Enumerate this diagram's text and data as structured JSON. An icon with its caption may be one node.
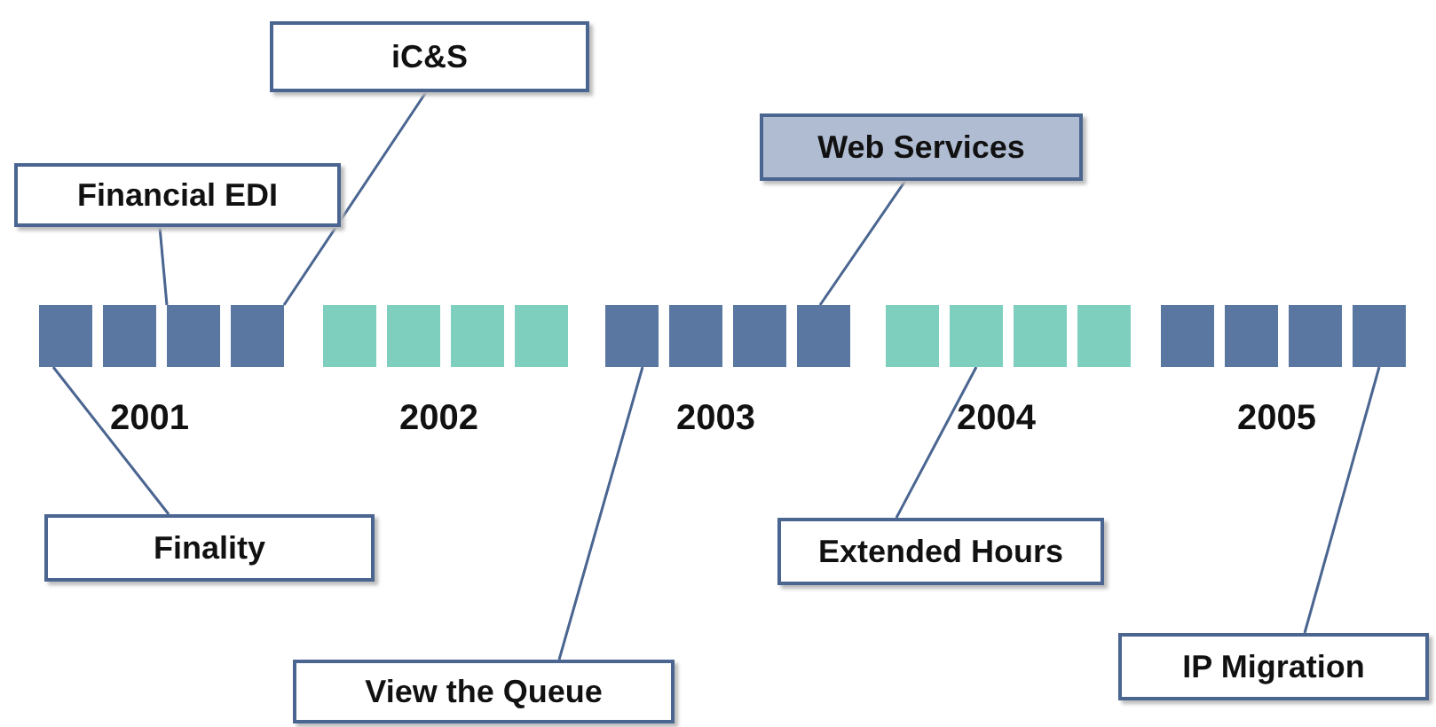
{
  "diagram": {
    "nodes": [
      {
        "text": [
          "iC&S"
        ]
      },
      {
        "text": [
          "Web Services"
        ]
      },
      {
        "text": [
          "Financial EDI"
        ]
      },
      {
        "text": [
          "Finality"
        ]
      },
      {
        "text": [
          "Extended Hours"
        ]
      },
      {
        "text": [
          "IP Migration"
        ]
      },
      {
        "text": [
          "View the Queue"
        ]
      },
      {
        "text": [],
        "shape": "box"
      },
      {
        "text": [],
        "shape": "box"
      },
      {
        "text": [],
        "shape": "box"
      },
      {
        "text": [],
        "shape": "box"
      },
      {
        "text": [],
        "shape": "box"
      },
      {
        "text": [],
        "shape": "box"
      },
      {
        "text": [],
        "shape": "box"
      },
      {
        "text": [],
        "shape": "box"
      },
      {
        "text": [],
        "shape": "box"
      },
      {
        "text": [],
        "shape": "box"
      },
      {
        "text": [],
        "shape": "box"
      },
      {
        "text": [],
        "shape": "box"
      },
      {
        "text": [],
        "shape": "box"
      },
      {
        "text": [],
        "shape": "box"
      },
      {
        "text": [],
        "shape": "box"
      },
      {
        "text": [],
        "shape": "box"
      },
      {
        "text": [],
        "shape": "box"
      },
      {
        "text": [],
        "shape": "box"
      },
      {
        "text": [],
        "shape": "box"
      },
      {
        "text": [],
        "shape": "box"
      }
    ],
    "edges": [
      {
        "from": 0,
        "to": 10,
        "arrow": "none"
      },
      {
        "from": 1,
        "to": 18,
        "arrow": "none"
      },
      {
        "from": 2,
        "to": 9,
        "arrow": "none"
      },
      {
        "from": 3,
        "to": 7,
        "arrow": "none"
      },
      {
        "from": 4,
        "to": 20,
        "arrow": "none"
      },
      {
        "from": 5,
        "to": 26,
        "arrow": "none"
      },
      {
        "from": 6,
        "to": 15,
        "arrow": "none"
      }
    ],
    "labels": [
      "2001",
      "2002",
      "2003",
      "2004",
      "2005"
    ]
  }
}
